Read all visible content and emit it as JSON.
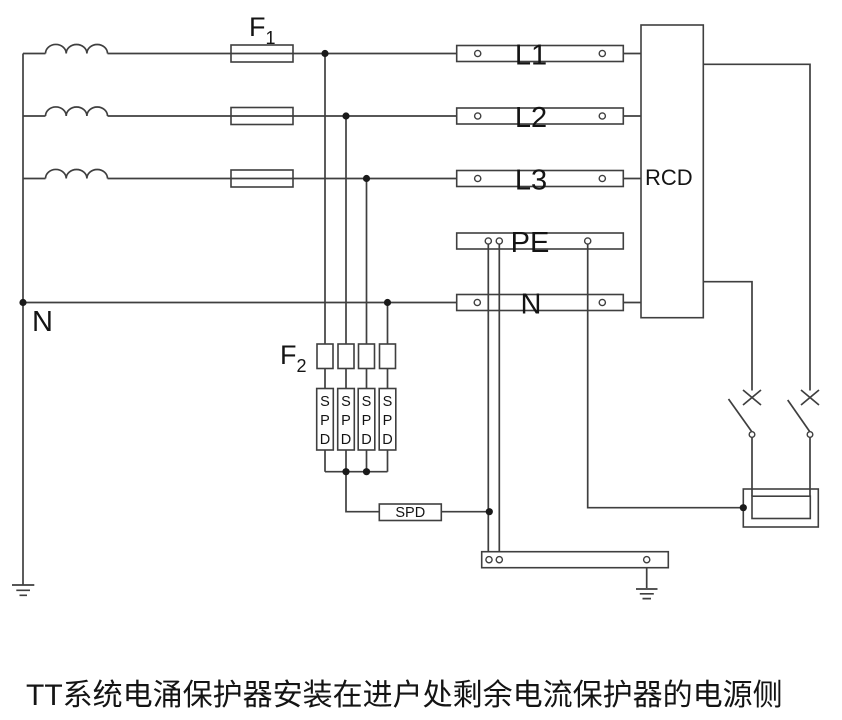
{
  "caption": "TT系统电涌保护器安装在进户处剩余电流保护器的电源侧",
  "source": {
    "neutral_label": "N"
  },
  "fuses": {
    "f1": {
      "name": "F",
      "sub": "1"
    },
    "f2": {
      "name": "F",
      "sub": "2"
    }
  },
  "terminal_blocks": {
    "l1": "L1",
    "l2": "L2",
    "l3": "L3",
    "pe": "PE",
    "n": "N"
  },
  "rcd": {
    "label": "RCD"
  },
  "spd": {
    "unit_letters": [
      "S",
      "P",
      "D"
    ],
    "box_label": "SPD"
  },
  "colors": {
    "line": "#3f3f3f",
    "text": "#141414",
    "background": "#ffffff"
  }
}
